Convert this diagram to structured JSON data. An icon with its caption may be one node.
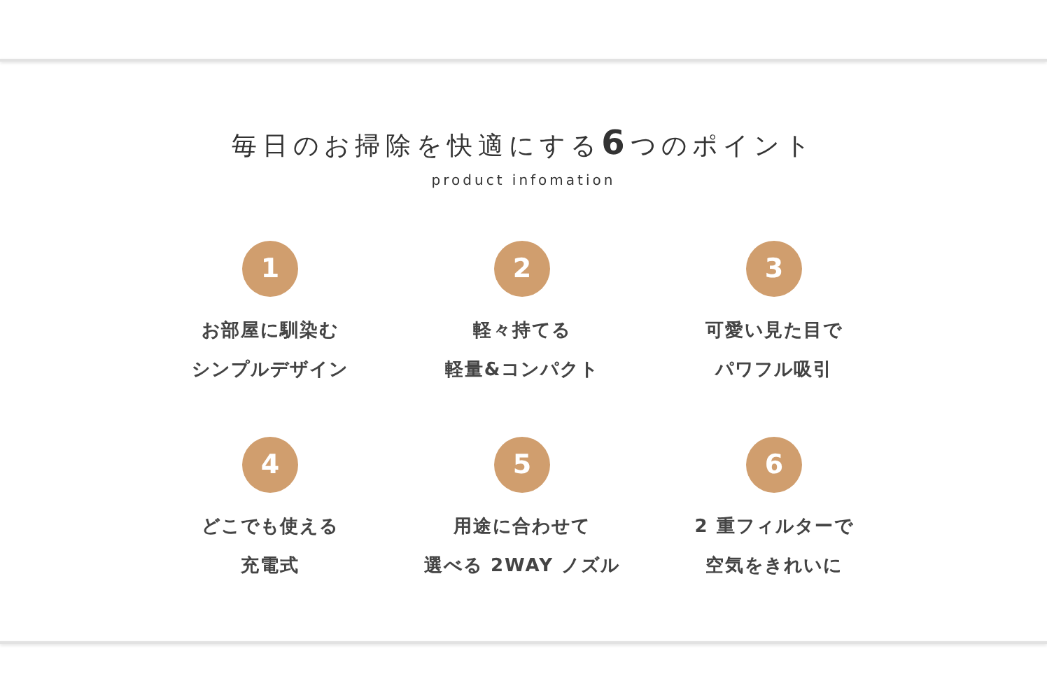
{
  "diagram": {
    "title": "毎日のお掃除を快適にする**6**つのポイント",
    "nodes": [
      {
        "text": [
          "1"
        ],
        "beside": [
          "お部屋に馴染む",
          "シンプルデザイン"
        ]
      },
      {
        "text": [
          "2"
        ],
        "beside": [
          "軽々持てる",
          "軽量&コンパクト"
        ]
      },
      {
        "text": [
          "3"
        ],
        "beside": [
          "可愛い見た目で",
          "パワフル吸引"
        ]
      },
      {
        "text": [
          "4"
        ],
        "beside": [
          "どこでも使える",
          "充電式"
        ]
      },
      {
        "text": [
          "5"
        ],
        "beside": [
          "用途に合わせて",
          "選べる 2WAY ノズル"
        ]
      },
      {
        "text": [
          "6"
        ],
        "beside": [
          "2 重フィルターで",
          "空気をきれいに"
        ]
      }
    ],
    "labels": [
      "product infomation"
    ]
  }
}
